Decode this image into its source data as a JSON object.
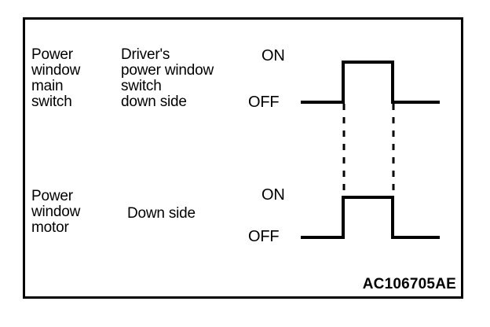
{
  "figure": {
    "reference_code": "AC106705AE",
    "border_color": "#000000",
    "background_color": "#ffffff",
    "line_color": "#000000"
  },
  "rows": [
    {
      "system_label": "Power\nwindow\nmain\nswitch",
      "signal_label": "Driver's\npower window\nswitch\ndown side",
      "state_high": "ON",
      "state_low": "OFF"
    },
    {
      "system_label": "Power\nwindow\nmotor",
      "signal_label": "Down side",
      "state_high": "ON",
      "state_low": "OFF"
    }
  ],
  "chart_data": {
    "type": "line",
    "title": "",
    "xlabel": "",
    "ylabel": "",
    "grid": false,
    "legend": "none",
    "description": "Timing diagram: driver's power window switch down-side signal and power window motor down-side signal, both shown as ON/OFF digital traces aligned in time by dashed guide lines.",
    "x_axis": {
      "type": "time",
      "ticks": [],
      "range": [
        0,
        100
      ]
    },
    "y_levels": [
      "OFF",
      "ON"
    ],
    "series": [
      {
        "name": "Driver's power window switch down side",
        "group": "Power window main switch",
        "points": [
          {
            "x": 0,
            "y": "OFF"
          },
          {
            "x": 46,
            "y": "OFF"
          },
          {
            "x": 46,
            "y": "ON"
          },
          {
            "x": 77,
            "y": "ON"
          },
          {
            "x": 77,
            "y": "OFF"
          },
          {
            "x": 100,
            "y": "OFF"
          }
        ]
      },
      {
        "name": "Down side",
        "group": "Power window motor",
        "points": [
          {
            "x": 0,
            "y": "OFF"
          },
          {
            "x": 46,
            "y": "OFF"
          },
          {
            "x": 46,
            "y": "ON"
          },
          {
            "x": 77,
            "y": "ON"
          },
          {
            "x": 77,
            "y": "OFF"
          },
          {
            "x": 100,
            "y": "OFF"
          }
        ]
      }
    ],
    "annotations": [
      {
        "type": "dashed-guide",
        "x": 46,
        "note": "rising edge alignment between switch and motor"
      },
      {
        "type": "dashed-guide",
        "x": 77,
        "note": "falling edge alignment between switch and motor"
      }
    ]
  }
}
